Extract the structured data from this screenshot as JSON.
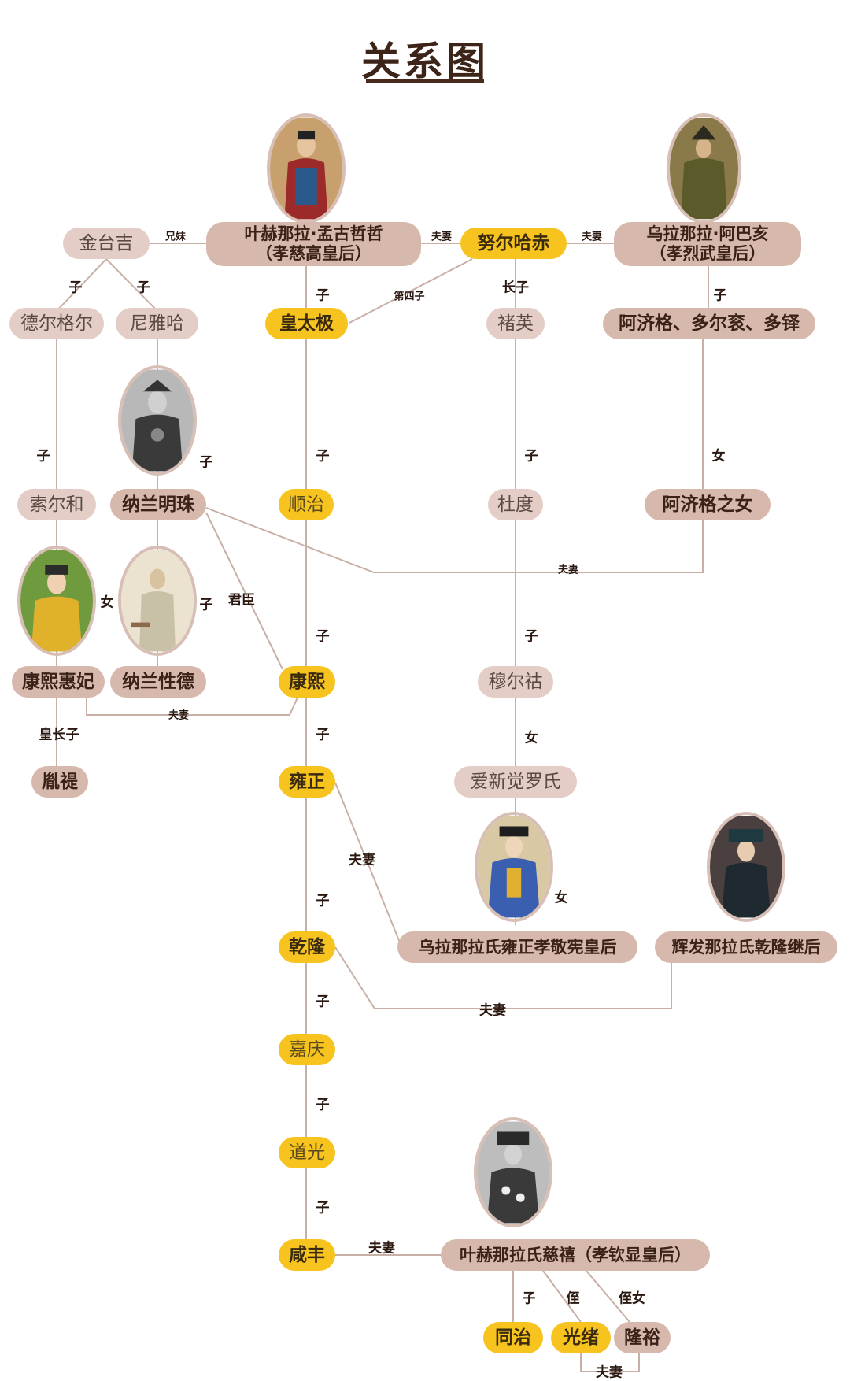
{
  "title": "关系图",
  "persons": {
    "jintaiji": "金台吉",
    "menggu": "叶赫那拉·孟古哲哲",
    "menggu_title": "（孝慈高皇后）",
    "nurhaci": "努尔哈赤",
    "abahai": "乌拉那拉·阿巴亥",
    "abahai_title": "（孝烈武皇后）",
    "deergeer": "德尔格尔",
    "niyaha": "尼雅哈",
    "huangtaiji": "皇太极",
    "chuying": "褚英",
    "sons_abahai": "阿济格、多尔衮、多铎",
    "suoerhe": "索尔和",
    "mingzhu": "纳兰明珠",
    "shunzhi": "顺治",
    "dudu": "杜度",
    "ajige_daughter": "阿济格之女",
    "huifei": "康熙惠妃",
    "xingde": "纳兰性德",
    "kangxi": "康熙",
    "muerhu": "穆尔祜",
    "yinti": "胤禔",
    "yongzheng": "雍正",
    "aisin": "爱新觉罗氏",
    "xiaojingxian": "乌拉那拉氏雍正孝敬宪皇后",
    "jihou": "辉发那拉氏乾隆继后",
    "qianlong": "乾隆",
    "jiaqing": "嘉庆",
    "daoguang": "道光",
    "xianfeng": "咸丰",
    "cixi": "叶赫那拉氏慈禧（孝钦显皇后）",
    "tongzhi": "同治",
    "guangxu": "光绪",
    "longyu": "隆裕"
  },
  "relations": {
    "siblings": "兄妹",
    "spouse": "夫妻",
    "son": "子",
    "daughter": "女",
    "fourth_son": "第四子",
    "eldest_son": "长子",
    "minister": "君臣",
    "eldest_prince": "皇长子",
    "nephew": "侄",
    "niece": "侄女"
  },
  "colors": {
    "pill_dark": "#d7b8ad",
    "pill_light": "#e3cdc6",
    "pill_gold": "#f7c31e",
    "line": "#c9b0a6",
    "title": "#3d2418"
  }
}
